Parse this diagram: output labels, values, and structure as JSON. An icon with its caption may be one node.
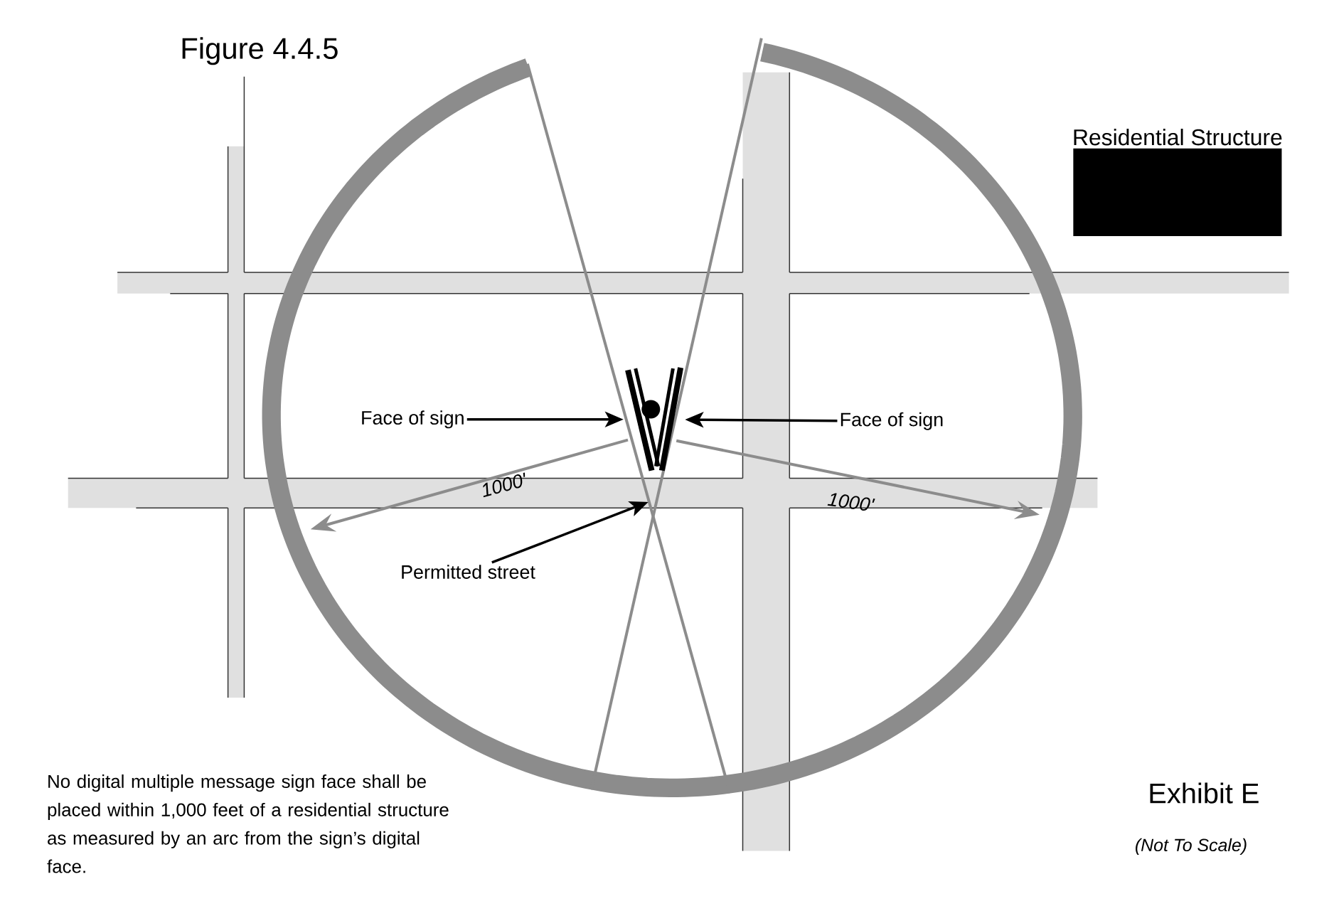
{
  "diagram": {
    "title": "Figure 4.4.5",
    "nodes": [
      {
        "text": [
          "Face of sign"
        ]
      },
      {
        "text": [
          "Face of sign"
        ]
      },
      {
        "text": [
          "Permitted street"
        ]
      },
      {
        "text": [],
        "shape": "sign"
      },
      {
        "text": [
          "Residential Structure"
        ]
      }
    ],
    "edges": [
      {
        "from": 0,
        "to": 3,
        "arrow": "to"
      },
      {
        "from": 1,
        "to": 3,
        "arrow": "to"
      },
      {
        "from": 2,
        "to": null,
        "arrow": "to"
      }
    ],
    "labels": [
      "1000'",
      "1000'",
      "Exhibit E",
      "(Not To Scale)",
      "No digital multiple message sign face shall be placed within 1,000 feet of a residential structure as measured by an arc from the sign’s digital face."
    ]
  }
}
